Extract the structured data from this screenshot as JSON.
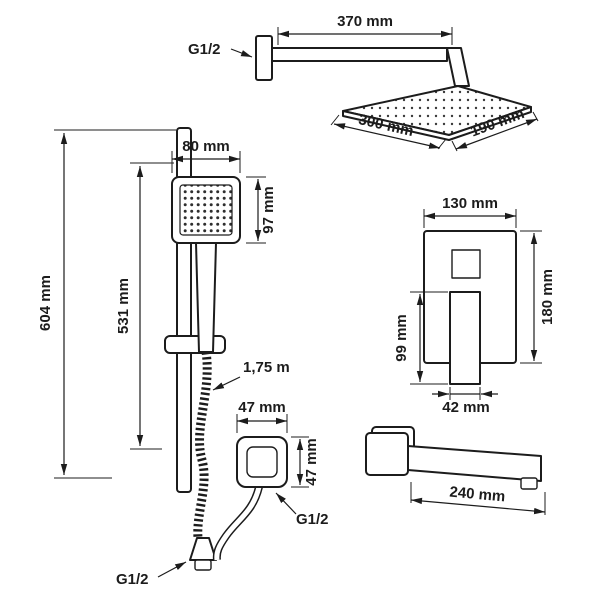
{
  "drawing": {
    "arm": {
      "thread": "G1/2",
      "length": "370 mm"
    },
    "head": {
      "width": "300 mm",
      "depth": "190 mm"
    },
    "rail": {
      "overall_height": "604 mm",
      "bar_length": "531 mm"
    },
    "handshower": {
      "width": "80 mm",
      "height": "97 mm"
    },
    "hose": {
      "length": "1,75 m",
      "thread": "G1/2"
    },
    "mixer": {
      "width": "130 mm",
      "height": "180 mm",
      "handle_height": "99 mm",
      "handle_width": "42 mm"
    },
    "union": {
      "width": "47 mm",
      "height": "47 mm",
      "thread": "G1/2"
    },
    "spout": {
      "length": "240 mm"
    }
  }
}
